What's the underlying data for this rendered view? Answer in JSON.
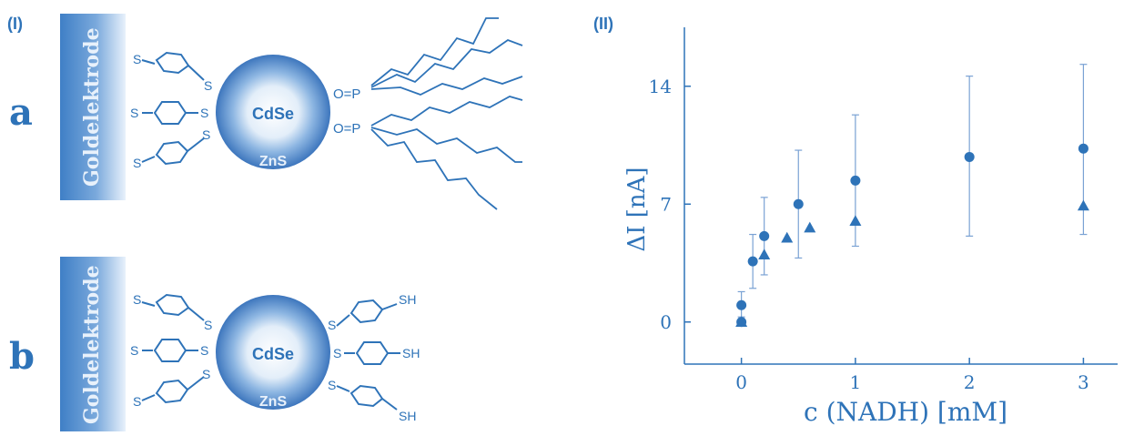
{
  "colors": {
    "primary": "#2e73b8",
    "electrode_dark": "#3f7fc6",
    "electrode_light": "#e8f1fb",
    "particle_dark": "#3d76bd",
    "particle_light": "#ffffff"
  },
  "panel_I": {
    "label": "(I)",
    "row_a": {
      "letter": "a",
      "electrode_label": "Goldelektrode",
      "core_label": "CdSe",
      "shell_label": "ZnS",
      "linker_atom": "S",
      "ligand_label": "O=P"
    },
    "row_b": {
      "letter": "b",
      "electrode_label": "Goldelektrode",
      "core_label": "CdSe",
      "shell_label": "ZnS",
      "linker_atom": "S",
      "thiol_label": "SH"
    }
  },
  "panel_II": {
    "label": "(II)"
  },
  "chart_data": {
    "type": "scatter",
    "xlabel": "c (NADH) [mM]",
    "ylabel": "ΔI [nA]",
    "xlim": [
      -0.5,
      3.3
    ],
    "ylim": [
      -2.5,
      17.5
    ],
    "x_ticks": [
      0,
      1,
      2,
      3
    ],
    "y_ticks": [
      0,
      7,
      14
    ],
    "grid": false,
    "series": [
      {
        "marker": "circle",
        "points": [
          {
            "x": 0.0,
            "y": 0.0
          },
          {
            "x": 0.0,
            "y": 1.0,
            "err_low": 0.3,
            "err_high": 1.8
          },
          {
            "x": 0.1,
            "y": 3.6,
            "err_low": 2.0,
            "err_high": 5.2
          },
          {
            "x": 0.2,
            "y": 5.1,
            "err_low": 2.8,
            "err_high": 7.4
          },
          {
            "x": 0.5,
            "y": 7.0,
            "err_low": 3.8,
            "err_high": 10.2
          },
          {
            "x": 1.0,
            "y": 8.4,
            "err_low": 4.5,
            "err_high": 12.3
          },
          {
            "x": 2.0,
            "y": 9.8,
            "err_low": 5.1,
            "err_high": 14.6
          },
          {
            "x": 3.0,
            "y": 10.3,
            "err_low": 5.2,
            "err_high": 15.3
          }
        ]
      },
      {
        "marker": "triangle",
        "points": [
          {
            "x": 0.0,
            "y": 0.0
          },
          {
            "x": 0.2,
            "y": 4.0
          },
          {
            "x": 0.4,
            "y": 5.0
          },
          {
            "x": 0.6,
            "y": 5.6
          },
          {
            "x": 1.0,
            "y": 6.0
          },
          {
            "x": 3.0,
            "y": 6.9
          }
        ]
      }
    ]
  }
}
